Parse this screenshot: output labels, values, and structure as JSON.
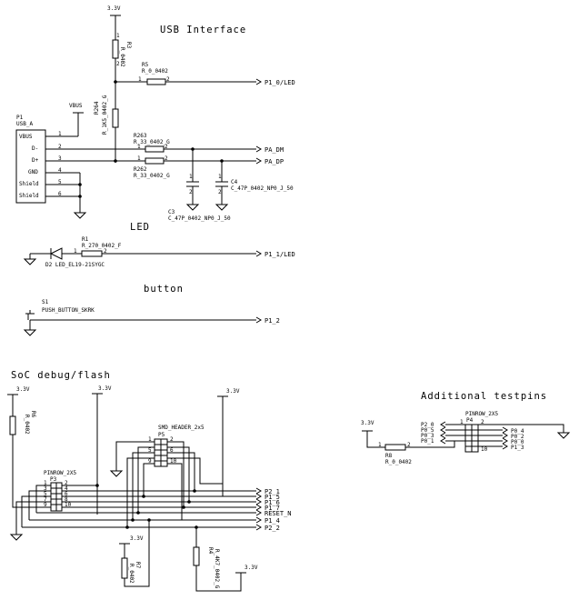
{
  "sections": {
    "usb": "USB Interface",
    "led": "LED",
    "button": "button",
    "soc": "SoC debug/flash",
    "testpins": "Additional testpins"
  },
  "power": {
    "v33": "3.3V",
    "vbus": "VBUS"
  },
  "usb": {
    "ref": "P1",
    "part": "USB_A",
    "pins": [
      "VBUS",
      "D-",
      "D+",
      "GND",
      "Shield",
      "Shield"
    ],
    "pin_nums": [
      "1",
      "2",
      "3",
      "4",
      "5",
      "6"
    ]
  },
  "components": {
    "r3": {
      "ref": "R3",
      "val": "R_0402"
    },
    "r5": {
      "ref": "R5",
      "val": "R_0_0402"
    },
    "r264": {
      "ref": "R264",
      "val": "R_1K5_0402_G"
    },
    "r263": {
      "ref": "R263",
      "val": "R_33_0402_G"
    },
    "r262": {
      "ref": "R262",
      "val": "R_33_0402_G"
    },
    "c3": {
      "ref": "C3",
      "val": "C_47P_0402_NP0_J_50"
    },
    "c4": {
      "ref": "C4",
      "val": "C_47P_0402_NP0_J_50"
    },
    "r1": {
      "ref": "R1",
      "val": "R_270_0402_F"
    },
    "d2": {
      "ref": "D2",
      "val": "LED_EL19-21SYGC"
    },
    "s1": {
      "ref": "S1",
      "val": "PUSH_BUTTON_SKRK"
    },
    "r6": {
      "ref": "R6",
      "val": "R_0402"
    },
    "r7": {
      "ref": "R7",
      "val": "R_0402"
    },
    "r4": {
      "ref": "R4",
      "val": "R_4K7_0402_G"
    },
    "r8": {
      "ref": "R8",
      "val": "R_0_0402"
    },
    "p3": {
      "ref": "P3",
      "val": "PINROW_2X5"
    },
    "p5": {
      "ref": "P5",
      "val": "SMD_HEADER_2x5"
    },
    "p4": {
      "ref": "P4",
      "val": "PINROW_2X5"
    }
  },
  "nets": {
    "p1_0": "P1_0/LED",
    "pa_dm": "PA_DM",
    "pa_dp": "PA_DP",
    "p1_1": "P1_1/LED",
    "p1_2": "P1_2",
    "p2_1": "P2_1",
    "p1_5": "P1_5",
    "p1_6": "P1_6",
    "p1_7": "P1_7",
    "reset": "RESET_N",
    "p1_4": "P1_4",
    "p2_2": "P2_2",
    "p2_0": "P2_0",
    "p0_5": "P0_5",
    "p0_3": "P0_3",
    "p0_1": "P0_1",
    "p0_4": "P0_4",
    "p0_2": "P0_2",
    "p0_0": "P0_0",
    "p1_3": "P1_3"
  },
  "pin_numbers": {
    "one": "1",
    "two": "2",
    "three": "3",
    "four": "4",
    "five": "5",
    "six": "6",
    "seven": "7",
    "eight": "8",
    "nine": "9",
    "ten": "10"
  }
}
